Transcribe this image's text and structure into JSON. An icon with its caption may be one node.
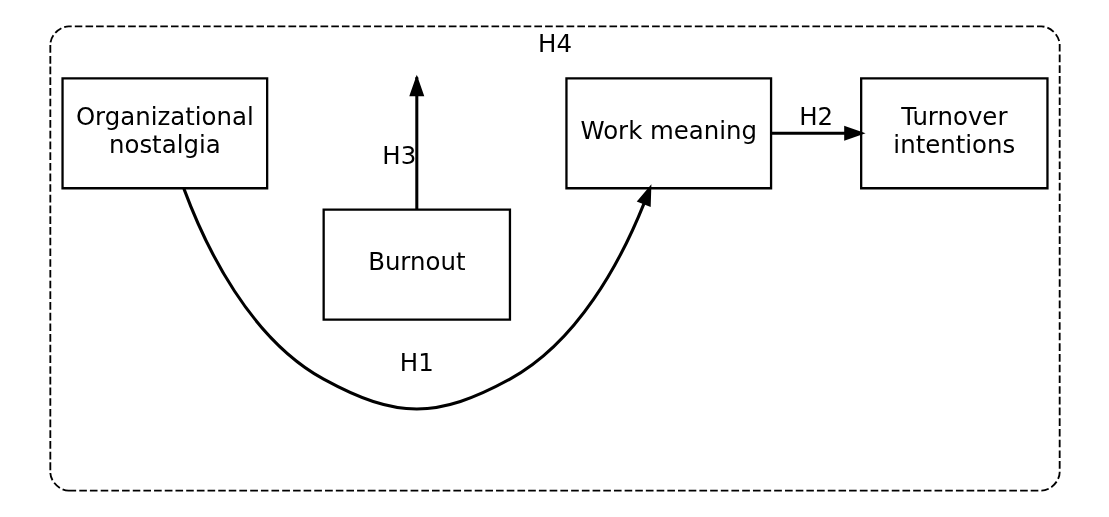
{
  "diagram": {
    "nodes": [
      {
        "text": [
          "H4"
        ]
      },
      {
        "text": [
          "Burnout"
        ],
        "in": 0
      },
      {
        "text": [
          "Organizational nostalgia"
        ],
        "in": 0
      },
      {
        "text": [
          "Work meaning"
        ],
        "in": 0
      },
      {
        "text": [
          "Turnover intentions"
        ],
        "in": 0
      }
    ],
    "edges": [
      {
        "from": 1,
        "to": null,
        "arrow": "to",
        "label": "H3"
      },
      {
        "from": 2,
        "to": 3,
        "arrow": "to",
        "label": "H1"
      },
      {
        "from": 3,
        "to": 4,
        "arrow": "to",
        "label": "H2"
      }
    ]
  }
}
